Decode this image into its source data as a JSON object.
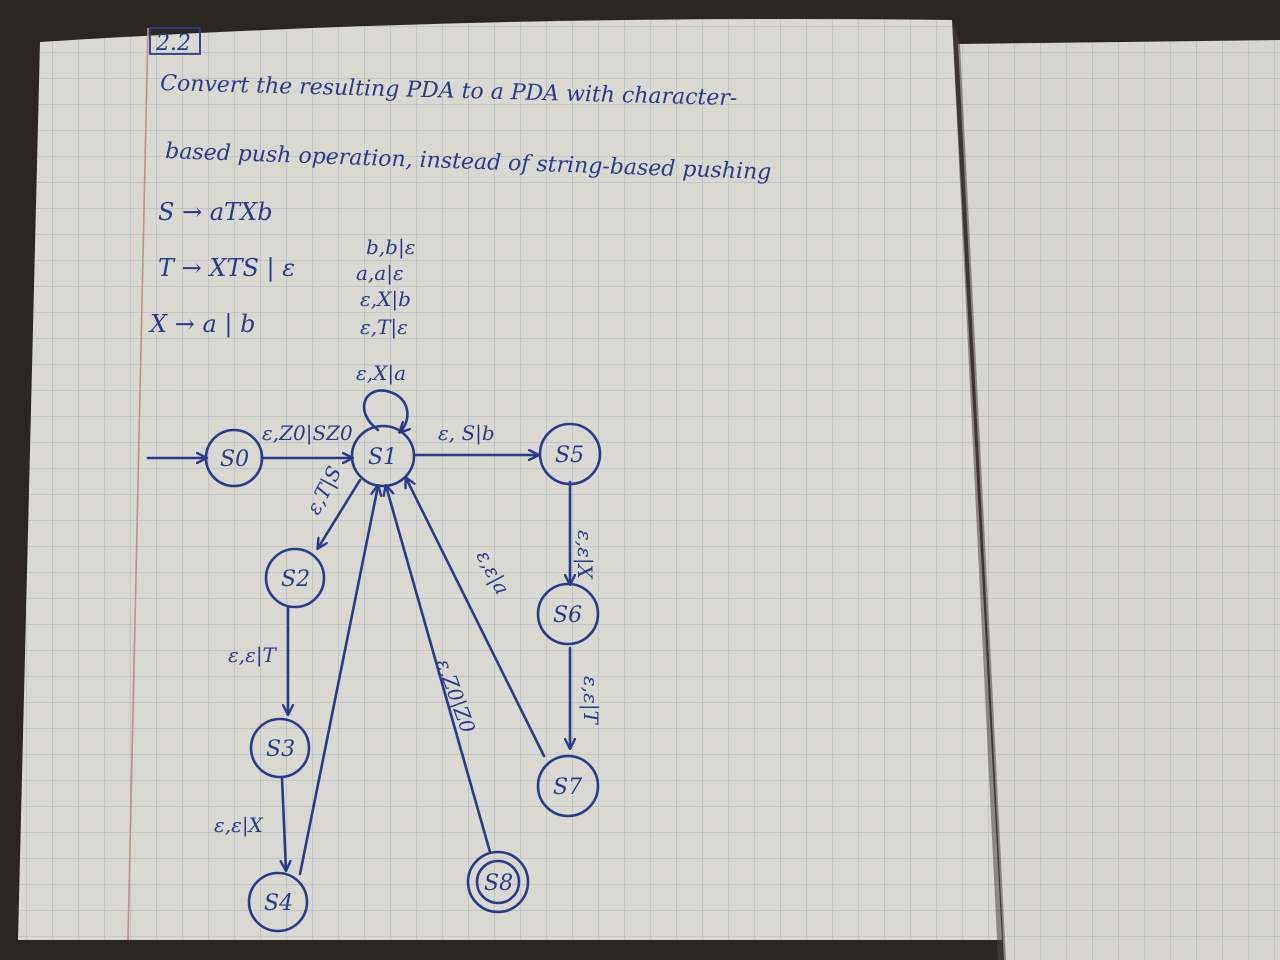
{
  "exercise": {
    "number": "2.2",
    "task_line1": "Convert the resulting PDA to a PDA with character-",
    "task_line2": "based push operation, instead of string-based pushing"
  },
  "grammar": {
    "rule1": "S → aTXb",
    "rule2": "T → XTS | ε",
    "rule3": "X → a | b"
  },
  "states": {
    "s0": "S0",
    "s1": "S1",
    "s2": "S2",
    "s3": "S3",
    "s4": "S4",
    "s5": "S5",
    "s6": "S6",
    "s7": "S7",
    "s8": "S8"
  },
  "transitions": {
    "s0_s1": "ε,Z0|SZ0",
    "s1_s5": "ε, S|b",
    "s5_s6": "ε,ε|X",
    "s6_s7": "ε,ε|T",
    "s7_s1": "ε,ε|a",
    "s1_s2": "ε,T|S",
    "s2_s3": "ε,ε|T",
    "s3_s4": "ε,ε|X",
    "s8_s1": "ε,Z0|Z0",
    "loop1": "b,b|ε",
    "loop2": "a,a|ε",
    "loop3": "ε,X|b",
    "loop4": "ε,T|ε",
    "loop5": "ε,X|a"
  },
  "colors": {
    "ink": "#2b3a8c",
    "paper": "#d9d8d1",
    "grid": "#a9b3be",
    "margin": "#c98b8b",
    "background": "#2b2620"
  }
}
